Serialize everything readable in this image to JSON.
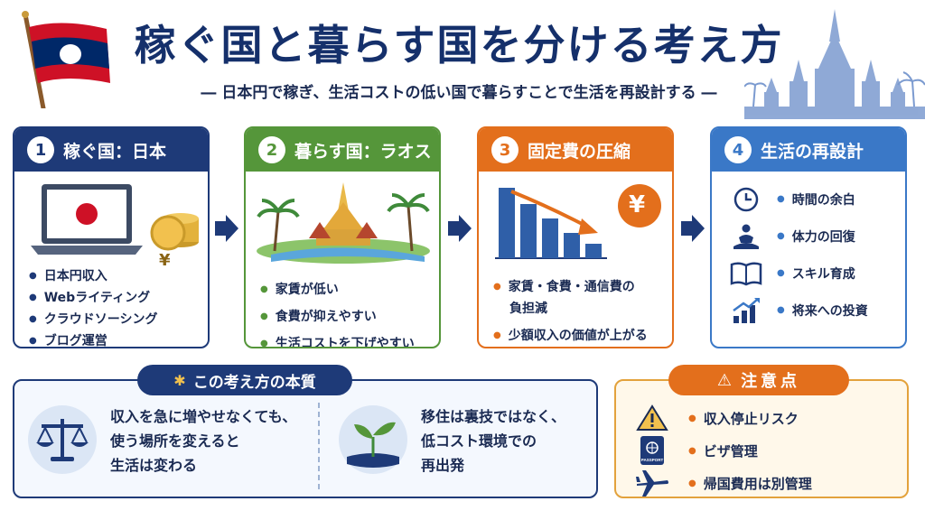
{
  "title": "稼ぐ国と暮らす国を分ける考え方",
  "subtitle": "― 日本円で稼ぎ、生活コストの低い国で暮らすことで生活を再設計する ―",
  "cards": [
    {
      "num": "1",
      "label": "稼ぐ国：日本",
      "items": [
        "日本円収入",
        "Webライティング",
        "クラウドソーシング",
        "ブログ運営"
      ]
    },
    {
      "num": "2",
      "label": "暮らす国：ラオス",
      "items": [
        "家賃が低い",
        "食費が抑えやすい",
        "生活コストを下げやすい"
      ]
    },
    {
      "num": "3",
      "label": "固定費の圧縮",
      "items": [
        "家賃・食費・通信費の",
        "負担減",
        "少額収入の価値が上がる"
      ],
      "yen": "¥"
    },
    {
      "num": "4",
      "label": "生活の再設計",
      "items": [
        "時間の余白",
        "体力の回復",
        "スキル育成",
        "将来への投資"
      ]
    }
  ],
  "coin_symbol": "¥",
  "essence": {
    "label": "この考え方の本質",
    "left_lines": [
      "収入を急に増やせなくても、",
      "使う場所を変えると",
      "生活は変わる"
    ],
    "right_lines": [
      "移住は裏技ではなく、",
      "低コスト環境での",
      "再出発"
    ]
  },
  "caution": {
    "label": "注意点",
    "items": [
      "収入停止リスク",
      "ビザ管理",
      "帰国費用は別管理"
    ],
    "passport_text": "PASSPORT"
  },
  "colors": {
    "navy": "#1e3a78",
    "green": "#55963a",
    "orange": "#e36f1c",
    "blue": "#3a78c7"
  }
}
